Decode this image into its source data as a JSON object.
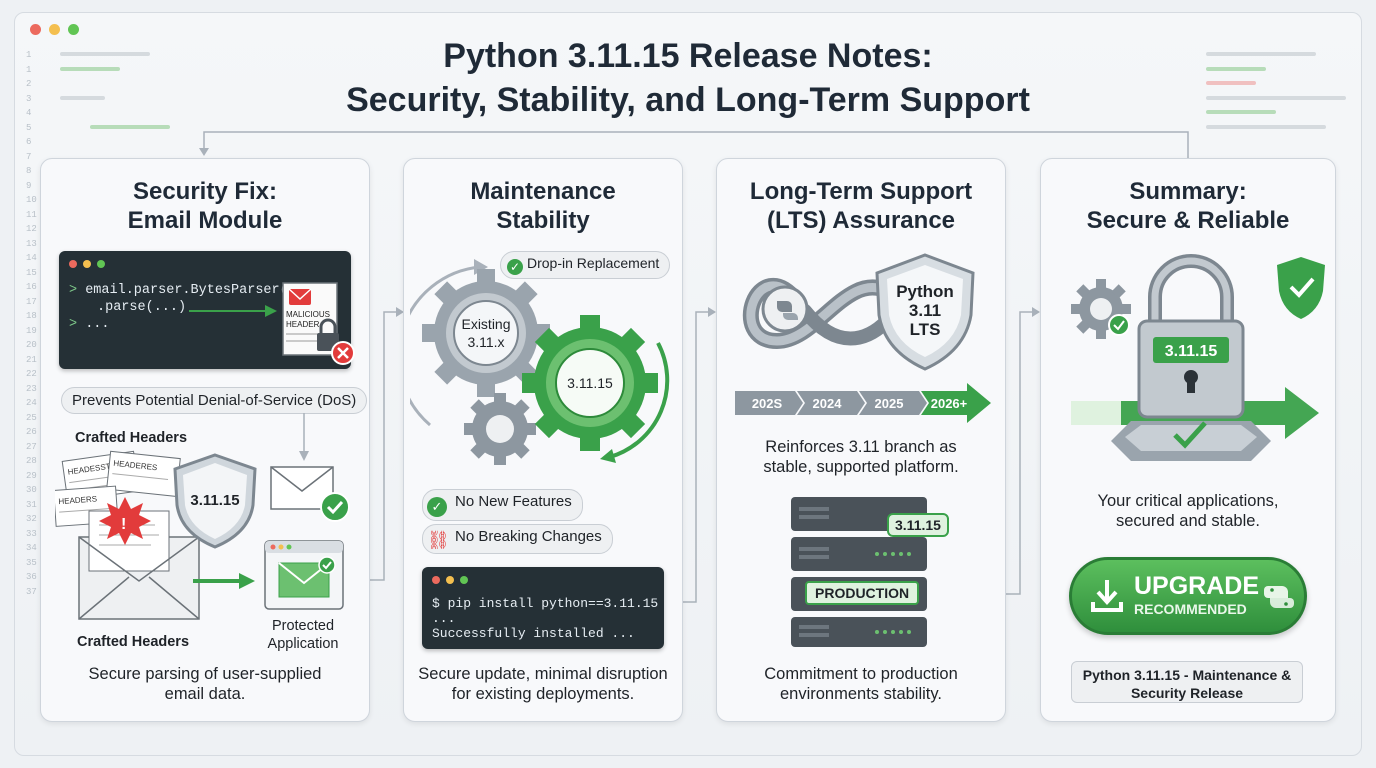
{
  "title": {
    "line1": "Python 3.11.15 Release Notes:",
    "line2": "Security, Stability, and Long-Term Support"
  },
  "colors": {
    "accent_green": "#3aa14a",
    "dark_terminal": "#253036",
    "shield_gray": "#9aa4ad",
    "alert_red": "#e23b3b"
  },
  "cards": {
    "security": {
      "title1": "Security Fix:",
      "title2": "Email Module",
      "code_line1": "email.parser.BytesParser()",
      "code_line2": ".parse(...)",
      "code_line3": "...",
      "malicious_label1": "MALICIOUS",
      "malicious_label2": "HEADER",
      "pill": "Prevents Potential Denial-of-Service (DoS)",
      "crafted_top": "Crafted Headers",
      "crafted_bottom": "Crafted Headers",
      "header_note1": "HEADESST",
      "header_note2": "HEADERES",
      "header_note3": "HEADERS",
      "shield_version": "3.11.15",
      "protected1": "Protected",
      "protected2": "Application",
      "caption1": "Secure parsing of user-supplied",
      "caption2": "email data."
    },
    "maintenance": {
      "title1": "Maintenance",
      "title2": "Stability",
      "badge": "Drop-in Replacement",
      "gear_existing1": "Existing",
      "gear_existing2": "3.11.x",
      "gear_new": "3.11.15",
      "no_features": "No New Features",
      "no_breaking": "No Breaking Changes",
      "term_line1": "$ pip install python==3.11.15",
      "term_line2": "...",
      "term_line3": "Successfully installed ...",
      "caption1": "Secure update, minimal disruption",
      "caption2": "for existing deployments."
    },
    "lts": {
      "title1": "Long-Term Support",
      "title2": "(LTS) Assurance",
      "shield1": "Python",
      "shield2": "3.11",
      "shield3": "LTS",
      "timeline": [
        "202S",
        "2024",
        "2025",
        "2026+"
      ],
      "mid1": "Reinforces 3.11 branch as",
      "mid2": "stable, supported platform.",
      "server_tag": "3.11.15",
      "server_label": "PRODUCTION",
      "caption1": "Commitment to production",
      "caption2": "environments stability."
    },
    "summary": {
      "title1": "Summary:",
      "title2": "Secure & Reliable",
      "lock_version": "3.11.15",
      "mid1": "Your critical applications,",
      "mid2": "secured and stable.",
      "upgrade1": "UPGRADE",
      "upgrade2": "RECOMMENDED",
      "footer1": "Python 3.11.15 - Maintenance &",
      "footer2": "Security Release"
    }
  },
  "gutter_numbers": [
    "1",
    "1",
    "2",
    "3",
    "4",
    "5",
    "6",
    "7",
    "8",
    "9",
    "10",
    "11",
    "12",
    "13",
    "14",
    "15",
    "16",
    "17",
    "18",
    "19",
    "20",
    "21",
    "22",
    "23",
    "24",
    "25",
    "26",
    "27",
    "28",
    "29",
    "30",
    "31",
    "32",
    "33",
    "34",
    "35",
    "36",
    "37"
  ]
}
